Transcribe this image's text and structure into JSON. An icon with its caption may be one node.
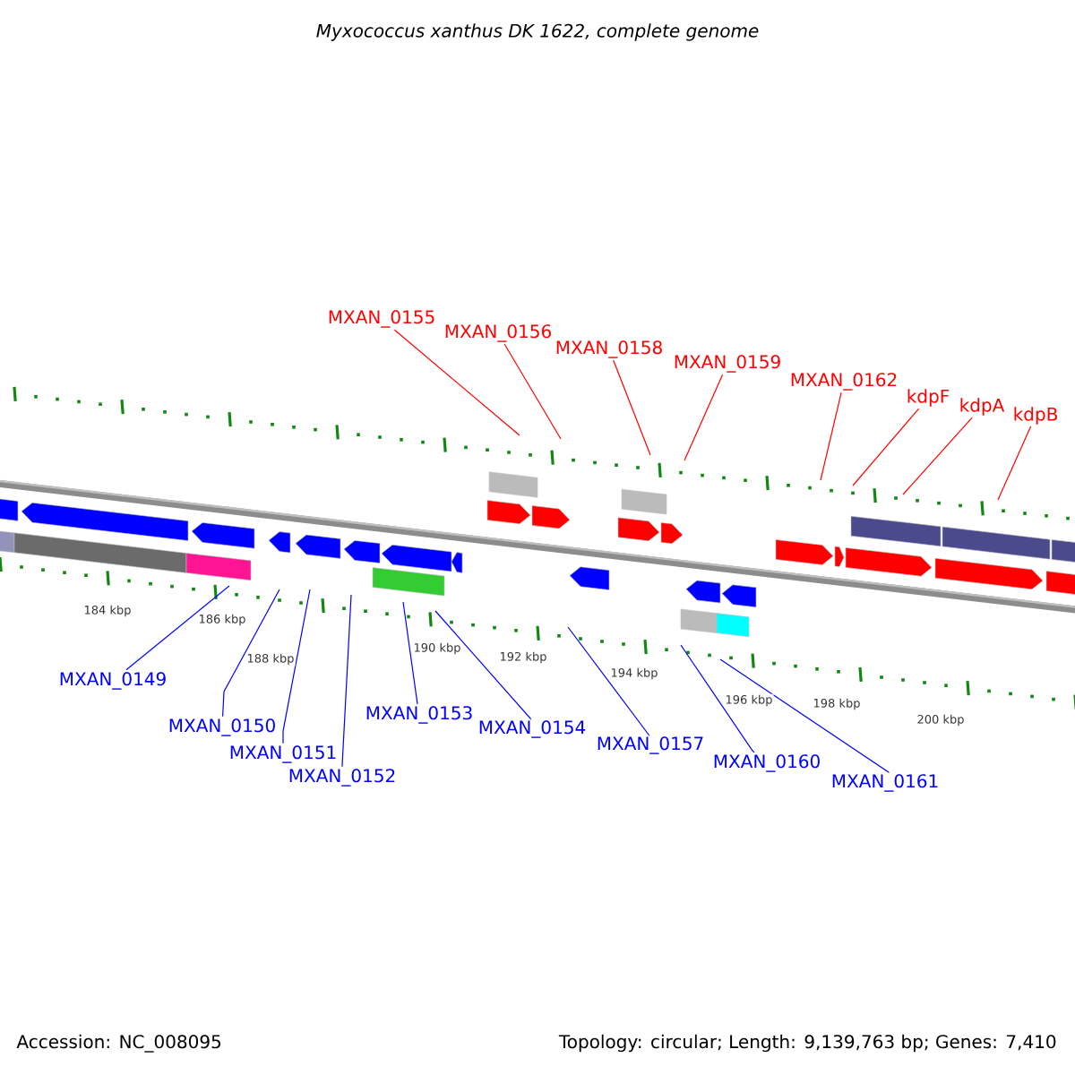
{
  "diagram": {
    "title": "Myxococcus xanthus DK 1622, complete genome",
    "nodes": [
      {
        "text": [
          "MXAN_0155"
        ]
      },
      {
        "text": [
          "MXAN_0156"
        ]
      },
      {
        "text": [
          "MXAN_0158"
        ]
      },
      {
        "text": [
          "MXAN_0159"
        ]
      },
      {
        "text": [
          "MXAN_0162"
        ]
      },
      {
        "text": [
          "kdpF"
        ]
      },
      {
        "text": [
          "kdpA"
        ]
      },
      {
        "text": [
          "kdpB"
        ]
      },
      {
        "text": [
          "MXAN_0149"
        ]
      },
      {
        "text": [
          "MXAN_0150"
        ]
      },
      {
        "text": [
          "MXAN_0151"
        ]
      },
      {
        "text": [
          "MXAN_0152"
        ]
      },
      {
        "text": [
          "MXAN_0153"
        ]
      },
      {
        "text": [
          "MXAN_0154"
        ]
      },
      {
        "text": [
          "MXAN_0157"
        ]
      },
      {
        "text": [
          "MXAN_0160"
        ]
      },
      {
        "text": [
          "MXAN_0161"
        ]
      }
    ],
    "edges": [
      {
        "from": 0,
        "to": null,
        "arrow": "none",
        "color": "#ff0000"
      },
      {
        "from": 1,
        "to": null,
        "arrow": "none",
        "color": "#ff0000"
      },
      {
        "from": 2,
        "to": null,
        "arrow": "none",
        "color": "#ff0000"
      },
      {
        "from": 3,
        "to": null,
        "arrow": "none",
        "color": "#ff0000"
      },
      {
        "from": 4,
        "to": null,
        "arrow": "none",
        "color": "#ff0000"
      },
      {
        "from": 5,
        "to": null,
        "arrow": "none",
        "color": "#ff0000"
      },
      {
        "from": 6,
        "to": null,
        "arrow": "none",
        "color": "#ff0000"
      },
      {
        "from": 7,
        "to": null,
        "arrow": "none",
        "color": "#ff0000"
      },
      {
        "from": 8,
        "to": null,
        "arrow": "none"
      },
      {
        "from": 9,
        "to": null,
        "arrow": "none"
      },
      {
        "from": 10,
        "to": null,
        "arrow": "none"
      },
      {
        "from": 11,
        "to": null,
        "arrow": "none"
      },
      {
        "from": 12,
        "to": null,
        "arrow": "none"
      },
      {
        "from": 13,
        "to": null,
        "arrow": "none"
      },
      {
        "from": 14,
        "to": null,
        "arrow": "none"
      },
      {
        "from": 15,
        "to": null,
        "arrow": "none"
      },
      {
        "from": 16,
        "to": null,
        "arrow": "none"
      }
    ],
    "labels": [
      "184 kbp",
      "186 kbp",
      "188 kbp",
      "190 kbp",
      "192 kbp",
      "194 kbp",
      "196 kbp",
      "198 kbp",
      "200 kbp",
      "Accession: NC_008095",
      "Topology: circular; Length: 9,139,763 bp; Genes: 7,410"
    ]
  }
}
